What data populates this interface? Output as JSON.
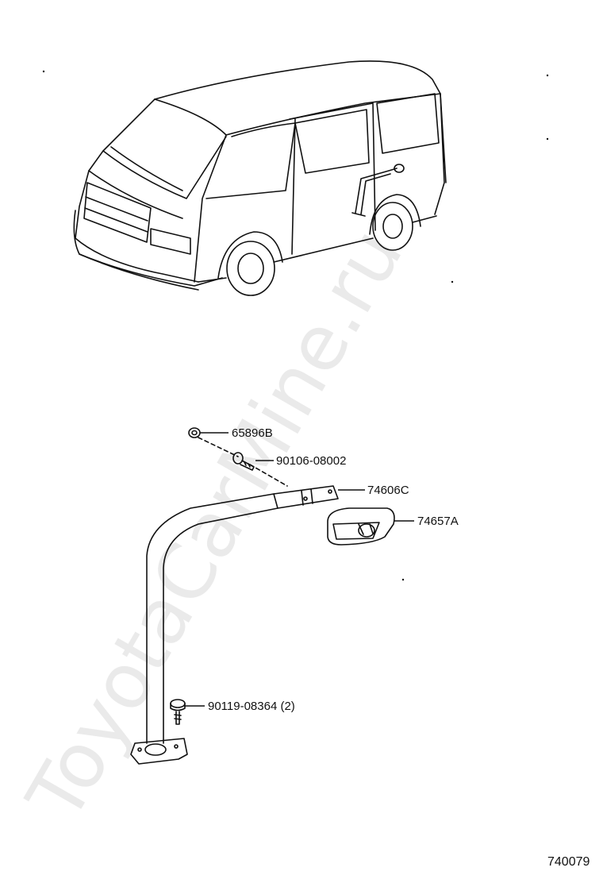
{
  "watermark": "ToyotaCarMine.ru",
  "diagram_code": "740079",
  "parts": [
    {
      "id": "nut",
      "label": "65896B"
    },
    {
      "id": "bolt",
      "label": "90106-08002"
    },
    {
      "id": "grip",
      "label": "74606C"
    },
    {
      "id": "cover",
      "label": "74657A"
    },
    {
      "id": "base-bolt",
      "label": "90119-08364 (2)"
    }
  ]
}
